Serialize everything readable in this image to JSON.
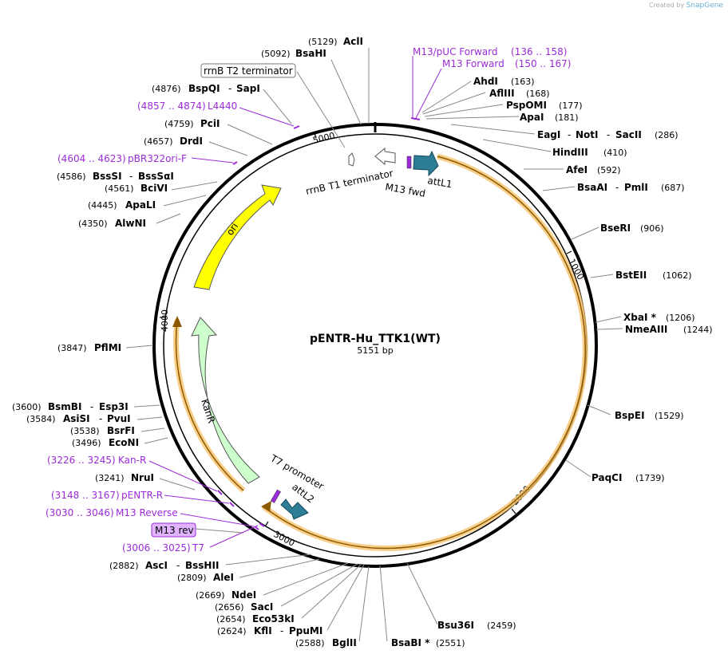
{
  "credit": {
    "prefix": "Created by",
    "brand": "SnapGene"
  },
  "plasmid": {
    "name": "pENTR-Hu_TTK1(WT)",
    "length": "5151 bp"
  },
  "ticks": [
    "1000",
    "2000",
    "3000",
    "4000",
    "5000"
  ],
  "features": {
    "ori": "ori",
    "kanr": "KanR",
    "attl1": "attL1",
    "attl2": "attL2",
    "m13fwd": "M13 fwd",
    "rrnb_t1": "rrnB T1 terminator",
    "t7prom": "T7 promoter"
  },
  "boxed_labels": {
    "rrnb_t2": "rrnB T2 terminator",
    "m13rev": "M13 rev"
  },
  "sites": {
    "acii": {
      "pos": "(5129)",
      "name": "AclI"
    },
    "bsahi": {
      "pos": "(5092)",
      "name": "BsaHI"
    },
    "sapi": {
      "pos": "(4876)",
      "name": "BspQI",
      "name2": "SapI"
    },
    "pcii": {
      "pos": "(4759)",
      "name": "PciI"
    },
    "drdi": {
      "pos": "(4657)",
      "name": "DrdI"
    },
    "bssi": {
      "pos": "(4586)",
      "name": "BssSI",
      "name2": "BssSαI"
    },
    "bcivi": {
      "pos": "(4561)",
      "name": "BciVI"
    },
    "apali": {
      "pos": "(4445)",
      "name": "ApaLI"
    },
    "alwni": {
      "pos": "(4350)",
      "name": "AlwNI"
    },
    "pflmi": {
      "pos": "(3847)",
      "name": "PflMI"
    },
    "bsmbi": {
      "pos": "(3600)",
      "name": "BsmBI",
      "name2": "Esp3I"
    },
    "asisi": {
      "pos": "(3584)",
      "name": "AsiSI",
      "name2": "PvuI"
    },
    "bsrfi": {
      "pos": "(3538)",
      "name": "BsrFI"
    },
    "econi": {
      "pos": "(3496)",
      "name": "EcoNI"
    },
    "nrui": {
      "pos": "(3241)",
      "name": "NruI"
    },
    "asci": {
      "pos": "(2882)",
      "name": "AscI",
      "name2": "BssHII"
    },
    "alei": {
      "pos": "(2809)",
      "name": "AleI"
    },
    "ndei": {
      "pos": "(2669)",
      "name": "NdeI"
    },
    "saci": {
      "pos": "(2656)",
      "name": "SacI"
    },
    "eco53ki": {
      "pos": "(2654)",
      "name": "Eco53kI"
    },
    "kfli": {
      "pos": "(2624)",
      "name": "KflI",
      "name2": "PpuMI"
    },
    "bglii": {
      "pos": "(2588)",
      "name": "BglII"
    },
    "bsabi": {
      "pos": "(2551)",
      "name": "BsaBI *"
    },
    "bsu36i": {
      "name": "Bsu36I",
      "pos": "(2459)"
    },
    "ahdi": {
      "name": "AhdI",
      "pos": "(163)"
    },
    "aflii": {
      "name": "AflIII",
      "pos": "(168)"
    },
    "pspomi": {
      "name": "PspOMI",
      "pos": "(177)"
    },
    "apai": {
      "name": "ApaI",
      "pos": "(181)"
    },
    "eagi": {
      "name": "EagI",
      "name2": "NotI",
      "name3": "SacII",
      "pos": "(286)"
    },
    "hindiii": {
      "name": "HindIII",
      "pos": "(410)"
    },
    "afei": {
      "name": "AfeI",
      "pos": "(592)"
    },
    "bsaai": {
      "name": "BsaAI",
      "name2": "PmlI",
      "pos": "(687)"
    },
    "bseri": {
      "name": "BseRI",
      "pos": "(906)"
    },
    "bsteii": {
      "name": "BstEII",
      "pos": "(1062)"
    },
    "xbai": {
      "name": "XbaI *",
      "pos": "(1206)"
    },
    "nmeaiii": {
      "name": "NmeAIII",
      "pos": "(1244)"
    },
    "bspei": {
      "name": "BspEI",
      "pos": "(1529)"
    },
    "paqci": {
      "name": "PaqCI",
      "pos": "(1739)"
    }
  },
  "primers": {
    "m13puc": {
      "name": "M13/pUC Forward",
      "range": "(136 .. 158)"
    },
    "m13f": {
      "name": "M13 Forward",
      "range": "(150 .. 167)"
    },
    "l4440": {
      "range": "(4857 .. 4874)",
      "name": "L4440"
    },
    "pbr322": {
      "range": "(4604 .. 4623)",
      "name": "pBR322ori-F"
    },
    "kanr": {
      "range": "(3226 .. 3245)",
      "name": "Kan-R"
    },
    "pentr": {
      "range": "(3148 .. 3167)",
      "name": "pENTR-R"
    },
    "m13r": {
      "range": "(3030 .. 3046)",
      "name": "M13 Reverse"
    },
    "t7": {
      "range": "(3006 .. 3025)",
      "name": "T7"
    }
  },
  "colors": {
    "ori": "#ffff00",
    "kanr": "#ccffcc",
    "attl": "#2e7d96",
    "orf_glow": "#f6c26b",
    "orf_core": "#8b5a00",
    "primer": "#9b2bd8"
  }
}
